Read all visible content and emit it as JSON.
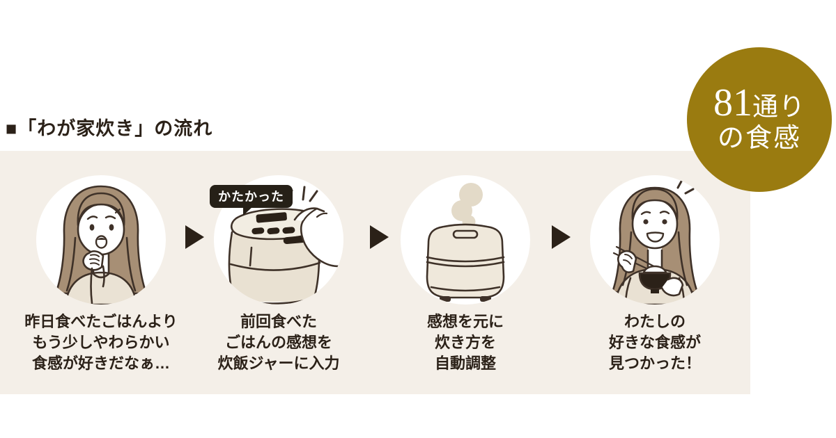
{
  "page": {
    "title": "■「わが家炊き」の流れ",
    "background_color": "#ffffff"
  },
  "badge": {
    "number": "81",
    "unit": "通り",
    "line2": "の食感",
    "background_color": "#9a7b10",
    "text_color": "#ffffff"
  },
  "panel": {
    "background_color": "#f4efe8"
  },
  "arrow_color": "#2b2118",
  "steps": [
    {
      "id": 1,
      "illustration": "worried-woman-thinking",
      "caption": "昨日食べたごはんより\nもう少しやわらかい\n食感が好きだなぁ…"
    },
    {
      "id": 2,
      "illustration": "finger-pressing-rice-cooker-buttons",
      "speech_bubble": "かたかった",
      "caption": "前回食べた\nごはんの感想を\n炊飯ジャーに入力"
    },
    {
      "id": 3,
      "illustration": "steaming-rice-cooker",
      "caption": "感想を元に\n炊き方を\n自動調整"
    },
    {
      "id": 4,
      "illustration": "happy-woman-eating-rice",
      "caption": "わたしの\n好きな食感が\n見つかった！"
    }
  ],
  "colors": {
    "ink": "#2b2118",
    "line_art": "#3e3128",
    "hair": "#a78f75",
    "cloth_beige": "#eae2d4",
    "cooker_beige": "#efe8db",
    "steam": "#e3dac8",
    "bubble_bg": "#262017"
  }
}
